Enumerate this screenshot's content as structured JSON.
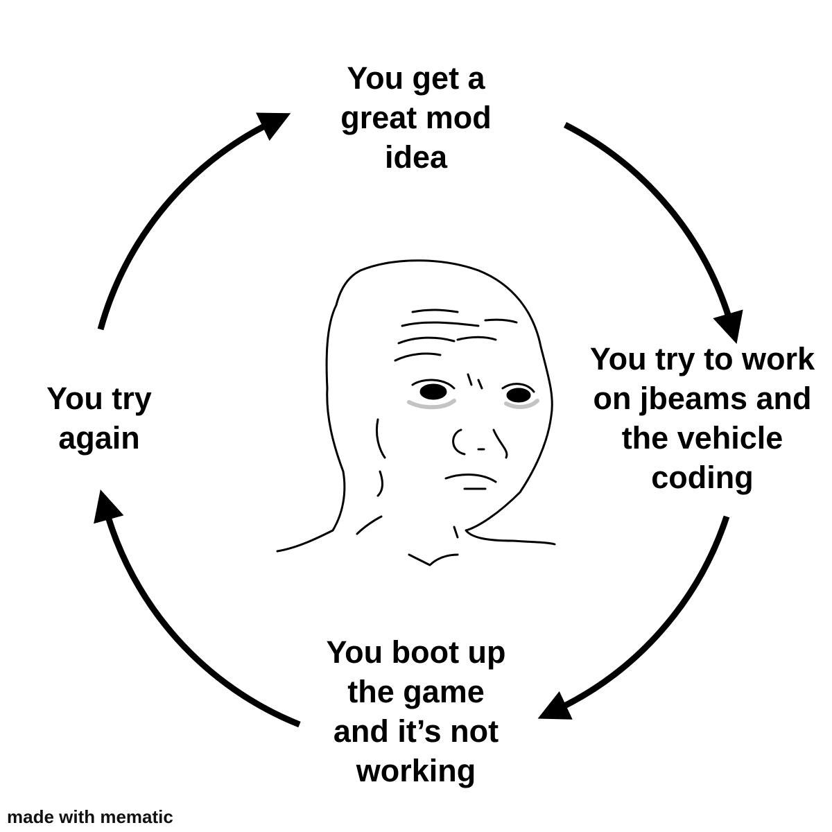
{
  "steps": [
    {
      "text": "You get a\ngreat mod\nidea"
    },
    {
      "text": "You try to work\non jbeams and\nthe vehicle\ncoding"
    },
    {
      "text": "You boot up\nthe game\nand it’s not\nworking"
    },
    {
      "text": "You try\nagain"
    }
  ],
  "watermark": "made with mematic",
  "colors": {
    "arrow": "#000000",
    "background": "#ffffff"
  }
}
